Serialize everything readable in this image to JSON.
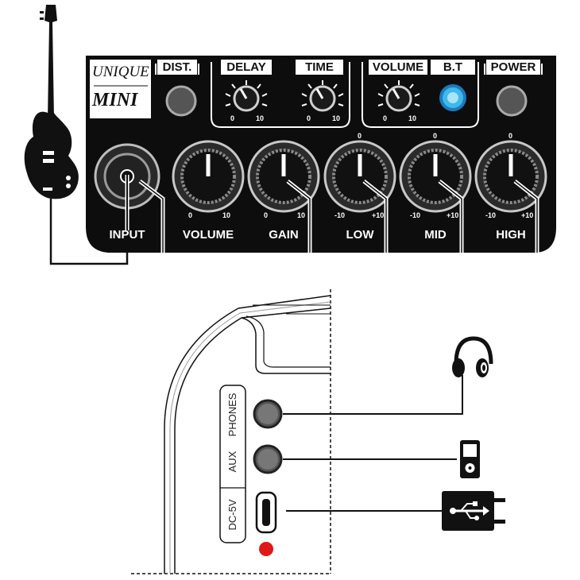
{
  "brand": {
    "line1": "UNIQUE",
    "line2": "MINI"
  },
  "top_controls": {
    "dist": "DIST.",
    "delay": "DELAY",
    "time": "TIME",
    "volume": "VOLUME",
    "bt": "B.T",
    "power": "POWER",
    "small_min": "0",
    "small_max": "10"
  },
  "knobs": {
    "input": "INPUT",
    "volume": {
      "label": "VOLUME",
      "min": "0",
      "max": "10"
    },
    "gain": {
      "label": "GAIN",
      "min": "0",
      "max": "10"
    },
    "low": {
      "label": "LOW",
      "min": "-10",
      "max": "+10",
      "center": "0"
    },
    "mid": {
      "label": "MID",
      "min": "-10",
      "max": "+10",
      "center": "0"
    },
    "high": {
      "label": "HIGH",
      "min": "-10",
      "max": "+10",
      "center": "0"
    }
  },
  "side_panel": {
    "phones": "PHONES",
    "aux": "AUX",
    "dc": "DC-5V"
  },
  "colors": {
    "panel": "#0d0d0d",
    "bt_led": "#3fb8ea",
    "power_led": "#e01818"
  },
  "icons": [
    "guitar-icon",
    "headphones-icon",
    "mp3-player-icon",
    "usb-charger-icon"
  ]
}
